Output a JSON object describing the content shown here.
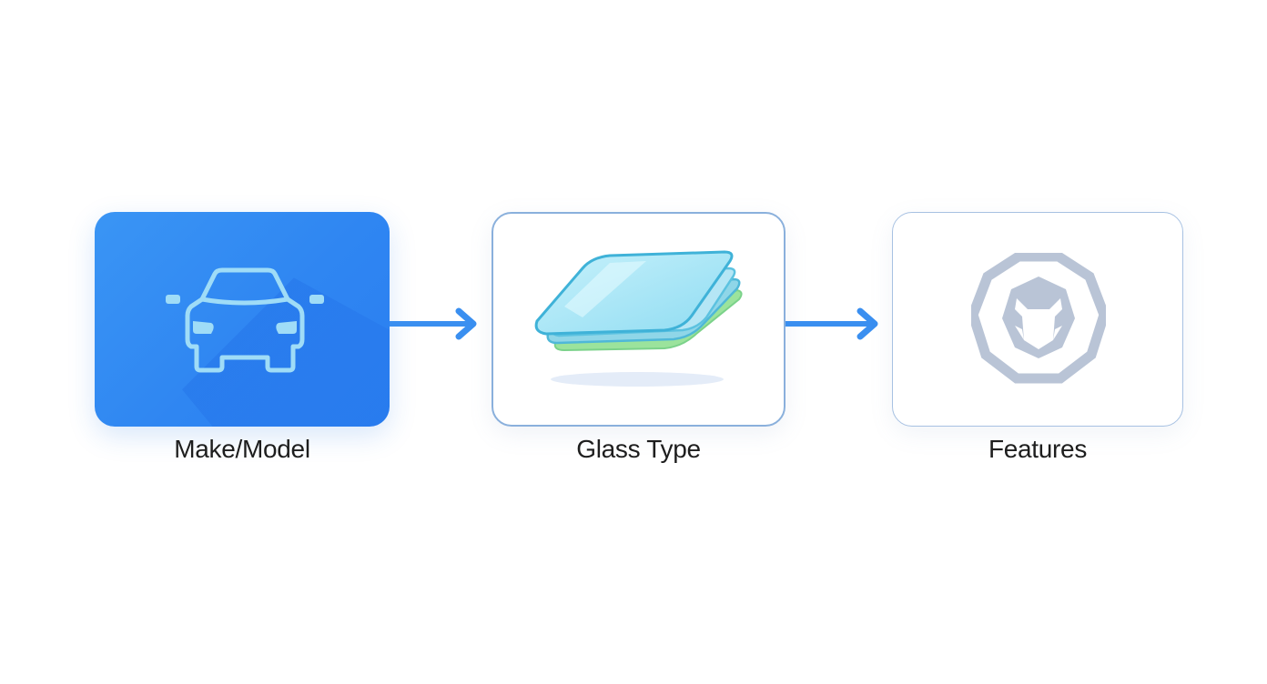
{
  "steps": [
    {
      "label": "Make/Model",
      "icon": "car-icon",
      "active": true
    },
    {
      "label": "Glass Type",
      "icon": "glass-layers-icon",
      "active": false
    },
    {
      "label": "Features",
      "icon": "features-badge-icon",
      "active": false
    }
  ],
  "colors": {
    "active_card": "#2f86f2",
    "arrow": "#3a8ff0",
    "card_border": "#8ab0dc",
    "badge_icon": "#b9c4d6",
    "label_text": "#1e1e1e"
  }
}
